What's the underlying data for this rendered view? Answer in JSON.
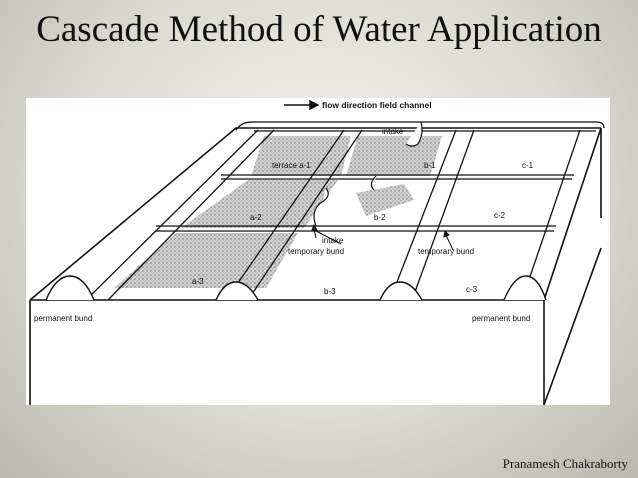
{
  "slide": {
    "title": "Cascade Method of Water Application",
    "author": "Pranamesh Chakraborty"
  },
  "diagram": {
    "labels": {
      "flow_direction": "flow direction field channel",
      "intake_top": "intake",
      "intake_mid": "intake",
      "terrace_a1": "terrace a-1",
      "a2": "a-2",
      "a3": "a-3",
      "b1": "b-1",
      "b2": "b-2",
      "b3": "b-3",
      "c1": "c-1",
      "c2": "c-2",
      "c3": "c-3",
      "temporary_bund_left": "temporary bund",
      "temporary_bund_right": "temporary bund",
      "permanent_bund_left": "permanent bund",
      "permanent_bund_right": "permanent bund"
    }
  }
}
